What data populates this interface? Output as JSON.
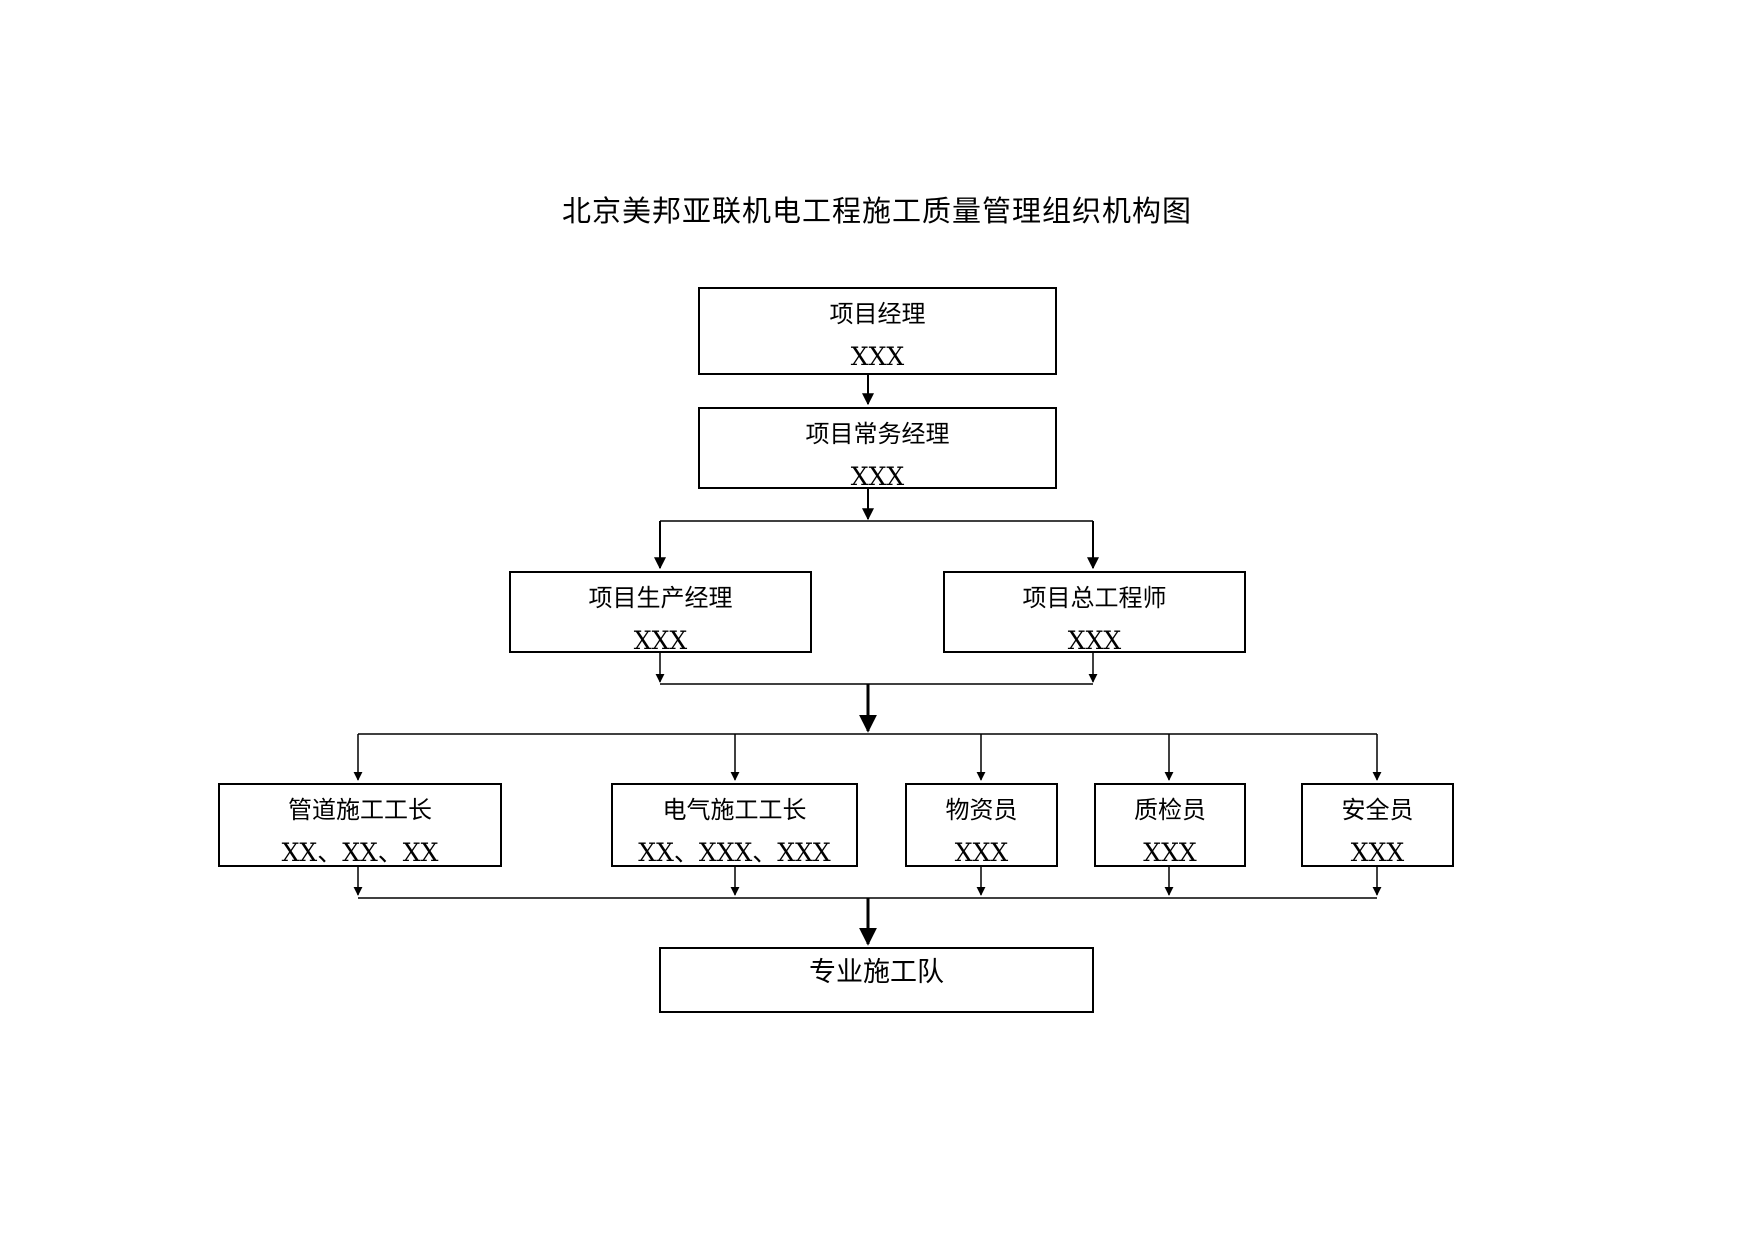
{
  "title": "北京美邦亚联机电工程施工质量管理组织机构图",
  "nodes": {
    "project_manager": {
      "role": "项目经理",
      "name": "XXX"
    },
    "executive_project_manager": {
      "role": "项目常务经理",
      "name": "XXX"
    },
    "production_manager": {
      "role": "项目生产经理",
      "name": "XXX"
    },
    "chief_engineer": {
      "role": "项目总工程师",
      "name": "XXX"
    },
    "pipe_foreman": {
      "role": "管道施工工长",
      "name": "XX、XX、XX"
    },
    "electrical_foreman": {
      "role": "电气施工工长",
      "name": "XX、XXX、XXX"
    },
    "materials_clerk": {
      "role": "物资员",
      "name": "XXX"
    },
    "quality_inspector": {
      "role": "质检员",
      "name": "XXX"
    },
    "safety_officer": {
      "role": "安全员",
      "name": "XXX"
    },
    "construction_team": {
      "role": "专业施工队"
    }
  },
  "edges": [
    [
      "project_manager",
      "executive_project_manager"
    ],
    [
      "executive_project_manager",
      "production_manager"
    ],
    [
      "executive_project_manager",
      "chief_engineer"
    ],
    [
      "production_manager",
      "pipe_foreman"
    ],
    [
      "production_manager",
      "electrical_foreman"
    ],
    [
      "production_manager",
      "materials_clerk"
    ],
    [
      "production_manager",
      "quality_inspector"
    ],
    [
      "production_manager",
      "safety_officer"
    ],
    [
      "chief_engineer",
      "pipe_foreman"
    ],
    [
      "chief_engineer",
      "electrical_foreman"
    ],
    [
      "chief_engineer",
      "materials_clerk"
    ],
    [
      "chief_engineer",
      "quality_inspector"
    ],
    [
      "chief_engineer",
      "safety_officer"
    ],
    [
      "pipe_foreman",
      "construction_team"
    ],
    [
      "electrical_foreman",
      "construction_team"
    ],
    [
      "materials_clerk",
      "construction_team"
    ],
    [
      "quality_inspector",
      "construction_team"
    ],
    [
      "safety_officer",
      "construction_team"
    ]
  ]
}
